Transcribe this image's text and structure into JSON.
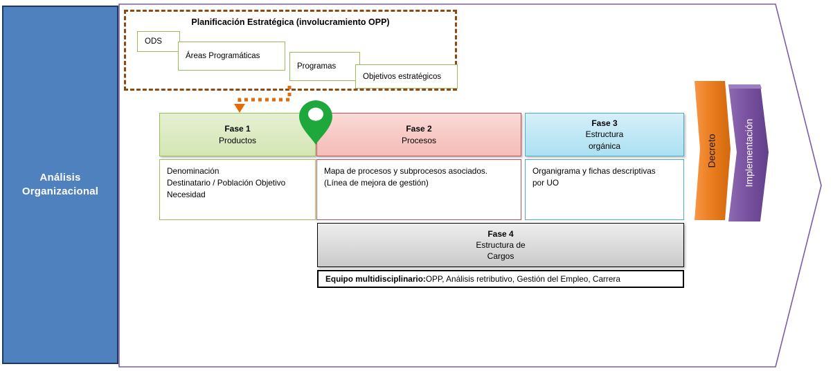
{
  "left_panel": {
    "label": "Análisis\nOrganizacional",
    "line1": "Análisis",
    "line2": "Organizacional",
    "bg_color": "#4E81BD",
    "border_color": "#1F3864",
    "text_color": "#FFFFFF"
  },
  "outer_container": {
    "name": "process-flow-chevron",
    "border_color": "#7E5BA6"
  },
  "planning": {
    "title": "Planificación Estratégica (involucramiento OPP)",
    "border_color": "#8C4A12",
    "chip_border_color": "#9BBB59",
    "chips": [
      {
        "label": "ODS"
      },
      {
        "label": "Áreas Programáticas"
      },
      {
        "label": "Programas"
      },
      {
        "label": "Objetivos estratégicos"
      }
    ]
  },
  "arrow": {
    "name": "dotted-arrow-down",
    "color": "#E36C0A"
  },
  "pin": {
    "name": "map-pin-marker",
    "color": "#1EA83C"
  },
  "phases": [
    {
      "id": "fase-1",
      "title": "Fase 1",
      "subtitle": "Productos",
      "accent": "#9BBB59",
      "detail_lines": [
        "Denominación",
        "Destinatario / Población Objetivo",
        "Necesidad"
      ]
    },
    {
      "id": "fase-2",
      "title": "Fase 2",
      "subtitle": "Procesos",
      "accent": "#C0504D",
      "detail_lines": [
        "Mapa de procesos y subprocesos asociados.",
        "(Línea de mejora de gestión)"
      ]
    },
    {
      "id": "fase-3",
      "title": "Fase 3",
      "subtitle": "Estructura\norgánica",
      "subtitle_line1": "Estructura",
      "subtitle_line2": "orgánica",
      "accent": "#4BACC6",
      "detail_lines": [
        "Organigrama y fichas descriptivas",
        "por UO"
      ]
    }
  ],
  "phase4": {
    "id": "fase-4",
    "title": "Fase 4",
    "subtitle_line1": "Estructura de",
    "subtitle_line2": "Cargos",
    "accent": "#000000"
  },
  "equipo": {
    "label_bold": "Equipo multidisciplinario:",
    "label_rest": " OPP, Análisis retributivo, Gestión del Empleo, Carrera"
  },
  "side_chevrons": [
    {
      "id": "decreto",
      "label": "Decreto",
      "color": "#E3761C",
      "text_color": "#1A1A1A"
    },
    {
      "id": "implementacion",
      "label": "Implementación",
      "color": "#7A52A1",
      "text_color": "#FFFFFF"
    }
  ]
}
